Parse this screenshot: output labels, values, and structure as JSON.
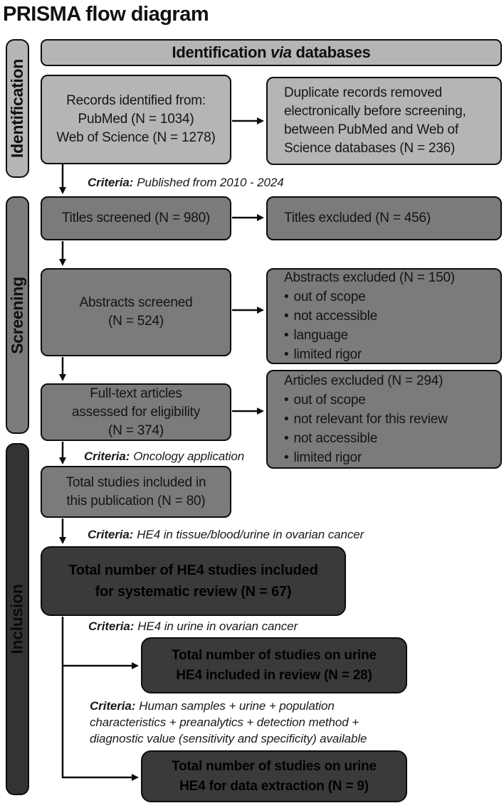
{
  "page_title": "PRISMA flow diagram",
  "ui": {
    "bullet": "•"
  },
  "colors": {
    "light_gray": "#b5b5b5",
    "medium_gray": "#7b7b7b",
    "dark_gray": "#3a3a3a",
    "border": "#0d0d0d",
    "background": "#ffffff"
  },
  "stages": {
    "identification": "Identification",
    "screening": "Screening",
    "inclusion": "Inclusion"
  },
  "header": {
    "prefix": "Identification",
    "via": "via",
    "suffix": "databases"
  },
  "boxes": {
    "records": {
      "lines": [
        "Records identified from:",
        "PubMed (N = 1034)",
        "Web of Science (N = 1278)"
      ]
    },
    "duplicates": {
      "lines": [
        "Duplicate records removed",
        "electronically before screening,",
        "between PubMed and Web of",
        "Science databases (N = 236)"
      ]
    },
    "titles_screened": {
      "text": "Titles screened (N = 980)"
    },
    "titles_excluded": {
      "text": "Titles excluded (N = 456)"
    },
    "abstracts_screened": {
      "lines": [
        "Abstracts screened",
        "(N = 524)"
      ]
    },
    "abstracts_excluded": {
      "title": "Abstracts excluded (N = 150)",
      "bullets": [
        "out of scope",
        "not accessible",
        "language",
        "limited rigor"
      ]
    },
    "fulltext": {
      "lines": [
        "Full-text articles",
        "assessed for eligibility",
        "(N = 374)"
      ]
    },
    "articles_excluded": {
      "title": "Articles excluded (N = 294)",
      "bullets": [
        "out of scope",
        "not relevant for this review",
        "not accessible",
        "limited rigor"
      ]
    },
    "total_included": {
      "lines": [
        "Total studies included in",
        "this publication (N = 80)"
      ]
    },
    "he4_systematic": {
      "lines": [
        "Total number of HE4 studies included",
        "for systematic review (N = 67)"
      ]
    },
    "urine_review": {
      "lines": [
        "Total number of studies on urine",
        "HE4 included in review (N = 28)"
      ]
    },
    "urine_extraction": {
      "lines": [
        "Total number of studies on urine",
        "HE4 for data extraction (N = 9)"
      ]
    }
  },
  "criteria": {
    "label": "Criteria:",
    "published": "Published from 2010 - 2024",
    "oncology": "Oncology application",
    "he4_tissue": "HE4 in tissue/blood/urine in ovarian cancer",
    "he4_urine": "HE4 in urine in ovarian cancer",
    "human_samples_lines": [
      "Human samples + urine + population",
      "characteristics + preanalytics + detection method +",
      "diagnostic value (sensitivity and specificity) available"
    ]
  }
}
